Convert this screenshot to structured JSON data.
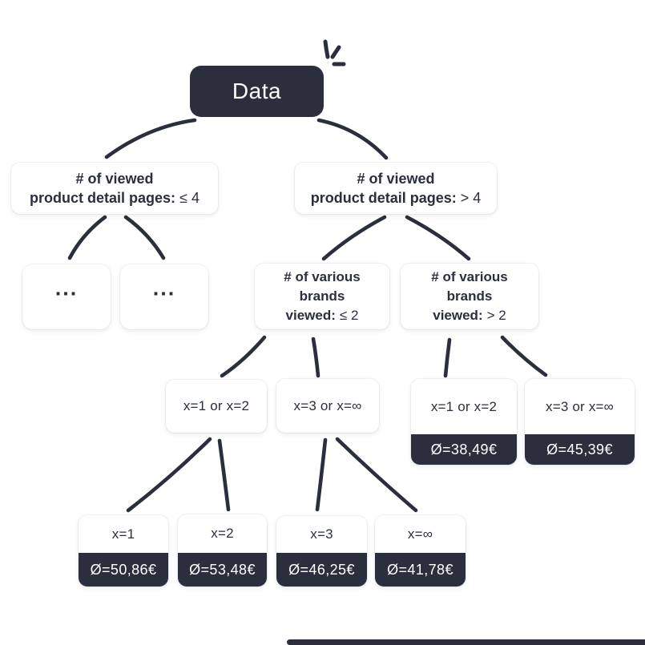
{
  "colors": {
    "ink": "#2b2f3d",
    "card": "#ffffff"
  },
  "tree": {
    "root": {
      "label": "Data"
    },
    "viewed_le4": {
      "title_line1": "# of viewed",
      "title_line2": "product detail pages:",
      "condition": "≤ 4"
    },
    "viewed_gt4": {
      "title_line1": "# of viewed",
      "title_line2": "product detail pages:",
      "condition": "> 4"
    },
    "pruned_left": {
      "label": "..."
    },
    "pruned_right": {
      "label": "..."
    },
    "brands_le2": {
      "title_line1": "# of various",
      "title_line2": "brands",
      "title_line3": "viewed:",
      "condition": "≤ 2"
    },
    "brands_gt2": {
      "title_line1": "# of various",
      "title_line2": "brands",
      "title_line3": "viewed:",
      "condition": "> 2"
    },
    "seg_x1_x2": {
      "label": "x=1 or x=2"
    },
    "seg_x3_xinf": {
      "label": "x=3 or x=∞"
    },
    "seg_x1_x2_value": {
      "label": "x=1 or x=2",
      "value": "Ø=38,49€"
    },
    "seg_x3_xinf_value": {
      "label": "x=3 or x=∞",
      "value": "Ø=45,39€"
    },
    "leaf_x1": {
      "label": "x=1",
      "value": "Ø=50,86€"
    },
    "leaf_x2": {
      "label": "x=2",
      "value": "Ø=53,48€"
    },
    "leaf_x3": {
      "label": "x=3",
      "value": "Ø=46,25€"
    },
    "leaf_xinf": {
      "label": "x=∞",
      "value": "Ø=41,78€"
    }
  },
  "edges": [
    [
      "root",
      "viewed_le4"
    ],
    [
      "root",
      "viewed_gt4"
    ],
    [
      "viewed_le4",
      "pruned_left"
    ],
    [
      "viewed_le4",
      "pruned_right"
    ],
    [
      "viewed_gt4",
      "brands_le2"
    ],
    [
      "viewed_gt4",
      "brands_gt2"
    ],
    [
      "brands_le2",
      "seg_x1_x2"
    ],
    [
      "brands_le2",
      "seg_x3_xinf"
    ],
    [
      "brands_gt2",
      "seg_x1_x2_value"
    ],
    [
      "brands_gt2",
      "seg_x3_xinf_value"
    ],
    [
      "seg_x1_x2",
      "leaf_x1"
    ],
    [
      "seg_x1_x2",
      "leaf_x2"
    ],
    [
      "seg_x3_xinf",
      "leaf_x3"
    ],
    [
      "seg_x3_xinf",
      "leaf_xinf"
    ]
  ]
}
